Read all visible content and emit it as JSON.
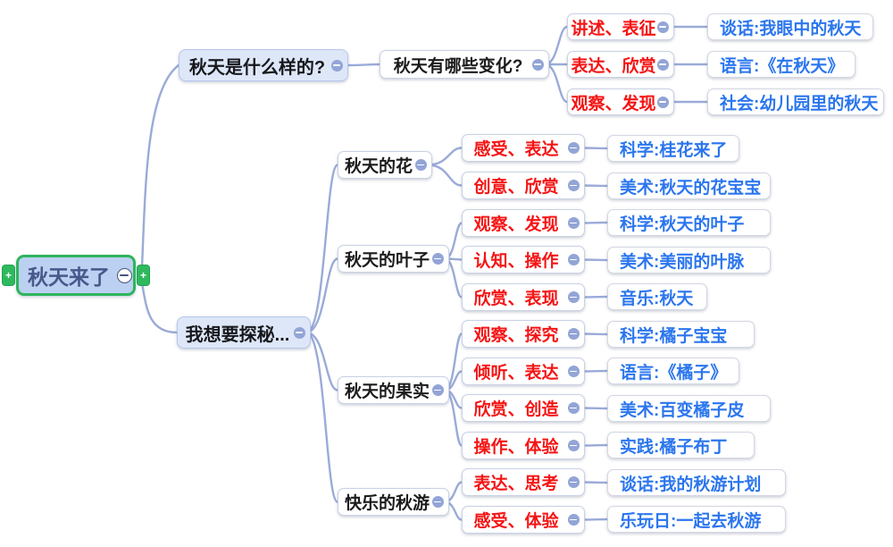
{
  "colors": {
    "connector": "#9aabd8",
    "root_border": "#2db55d",
    "root_fill": "#bcd0f2",
    "root_text": "#47598a",
    "branch_fill": "#dde7f8",
    "strategy_text": "#f51414",
    "activity_text": "#2b76ee"
  },
  "icons": {
    "collapse": "minus-icon",
    "expand": "plus-icon",
    "collapse_glyph": "−",
    "expand_glyph": "+"
  },
  "mindmap": {
    "root": "秋天来了",
    "branch1": {
      "topic": "秋天是什么样的?",
      "subtopic": "秋天有哪些变化?",
      "items": [
        {
          "strategy": "讲述、表征",
          "activity": "谈话:我眼中的秋天"
        },
        {
          "strategy": "表达、欣赏",
          "activity": "语言:《在秋天》"
        },
        {
          "strategy": "观察、发现",
          "activity": "社会:幼儿园里的秋天"
        }
      ]
    },
    "branch2": {
      "topic": "我想要探秘...",
      "themes": [
        {
          "name": "秋天的花",
          "items": [
            {
              "strategy": "感受、表达",
              "activity": "科学:桂花来了"
            },
            {
              "strategy": "创意、欣赏",
              "activity": "美术:秋天的花宝宝"
            }
          ]
        },
        {
          "name": "秋天的叶子",
          "items": [
            {
              "strategy": "观察、发现",
              "activity": "科学:秋天的叶子"
            },
            {
              "strategy": "认知、操作",
              "activity": "美术:美丽的叶脉"
            },
            {
              "strategy": "欣赏、表现",
              "activity": "音乐:秋天"
            }
          ]
        },
        {
          "name": "秋天的果实",
          "items": [
            {
              "strategy": "观察、探究",
              "activity": "科学:橘子宝宝"
            },
            {
              "strategy": "倾听、表达",
              "activity": "语言:《橘子》"
            },
            {
              "strategy": "欣赏、创造",
              "activity": "美术:百变橘子皮"
            },
            {
              "strategy": "操作、体验",
              "activity": "实践:橘子布丁"
            }
          ]
        },
        {
          "name": "快乐的秋游",
          "items": [
            {
              "strategy": "表达、思考",
              "activity": "谈话:我的秋游计划"
            },
            {
              "strategy": "感受、体验",
              "activity": "乐玩日:一起去秋游"
            }
          ]
        }
      ]
    }
  }
}
